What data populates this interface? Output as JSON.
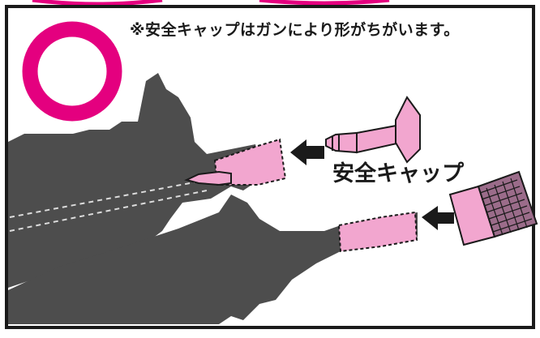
{
  "note": "※安全キャップはガンにより形がちがいます。",
  "cap_label": "安全キャップ",
  "symbol": "correct-circle",
  "colors": {
    "accent": "#e4007f",
    "cap_pink": "#f2a6cf",
    "gun_gray": "#4d4d4d",
    "frame": "#1a1a1a"
  }
}
